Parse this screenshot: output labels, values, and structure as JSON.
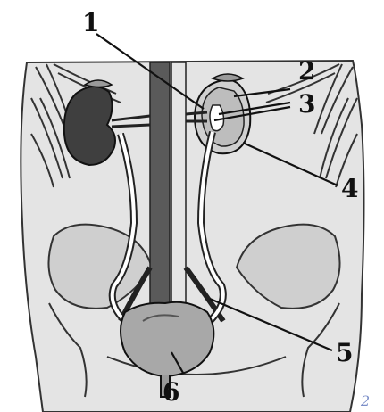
{
  "figure": {
    "labels": [
      {
        "id": "1",
        "text": "1"
      },
      {
        "id": "2",
        "text": "2"
      },
      {
        "id": "3",
        "text": "3"
      },
      {
        "id": "4",
        "text": "4"
      },
      {
        "id": "5",
        "text": "5"
      },
      {
        "id": "6",
        "text": "6"
      }
    ],
    "corner_mark": "2"
  },
  "colors": {
    "ink": "#111111",
    "skin_fill": "#e4e4e4",
    "kidney_dark": "#3f3f3f",
    "kidney_cut": "#d0d0d0",
    "vessel": "#5a5a5a",
    "ureter_fill": "#ffffff",
    "bone": "#c8c8c8",
    "corner_mark": "#7b8ec8"
  }
}
